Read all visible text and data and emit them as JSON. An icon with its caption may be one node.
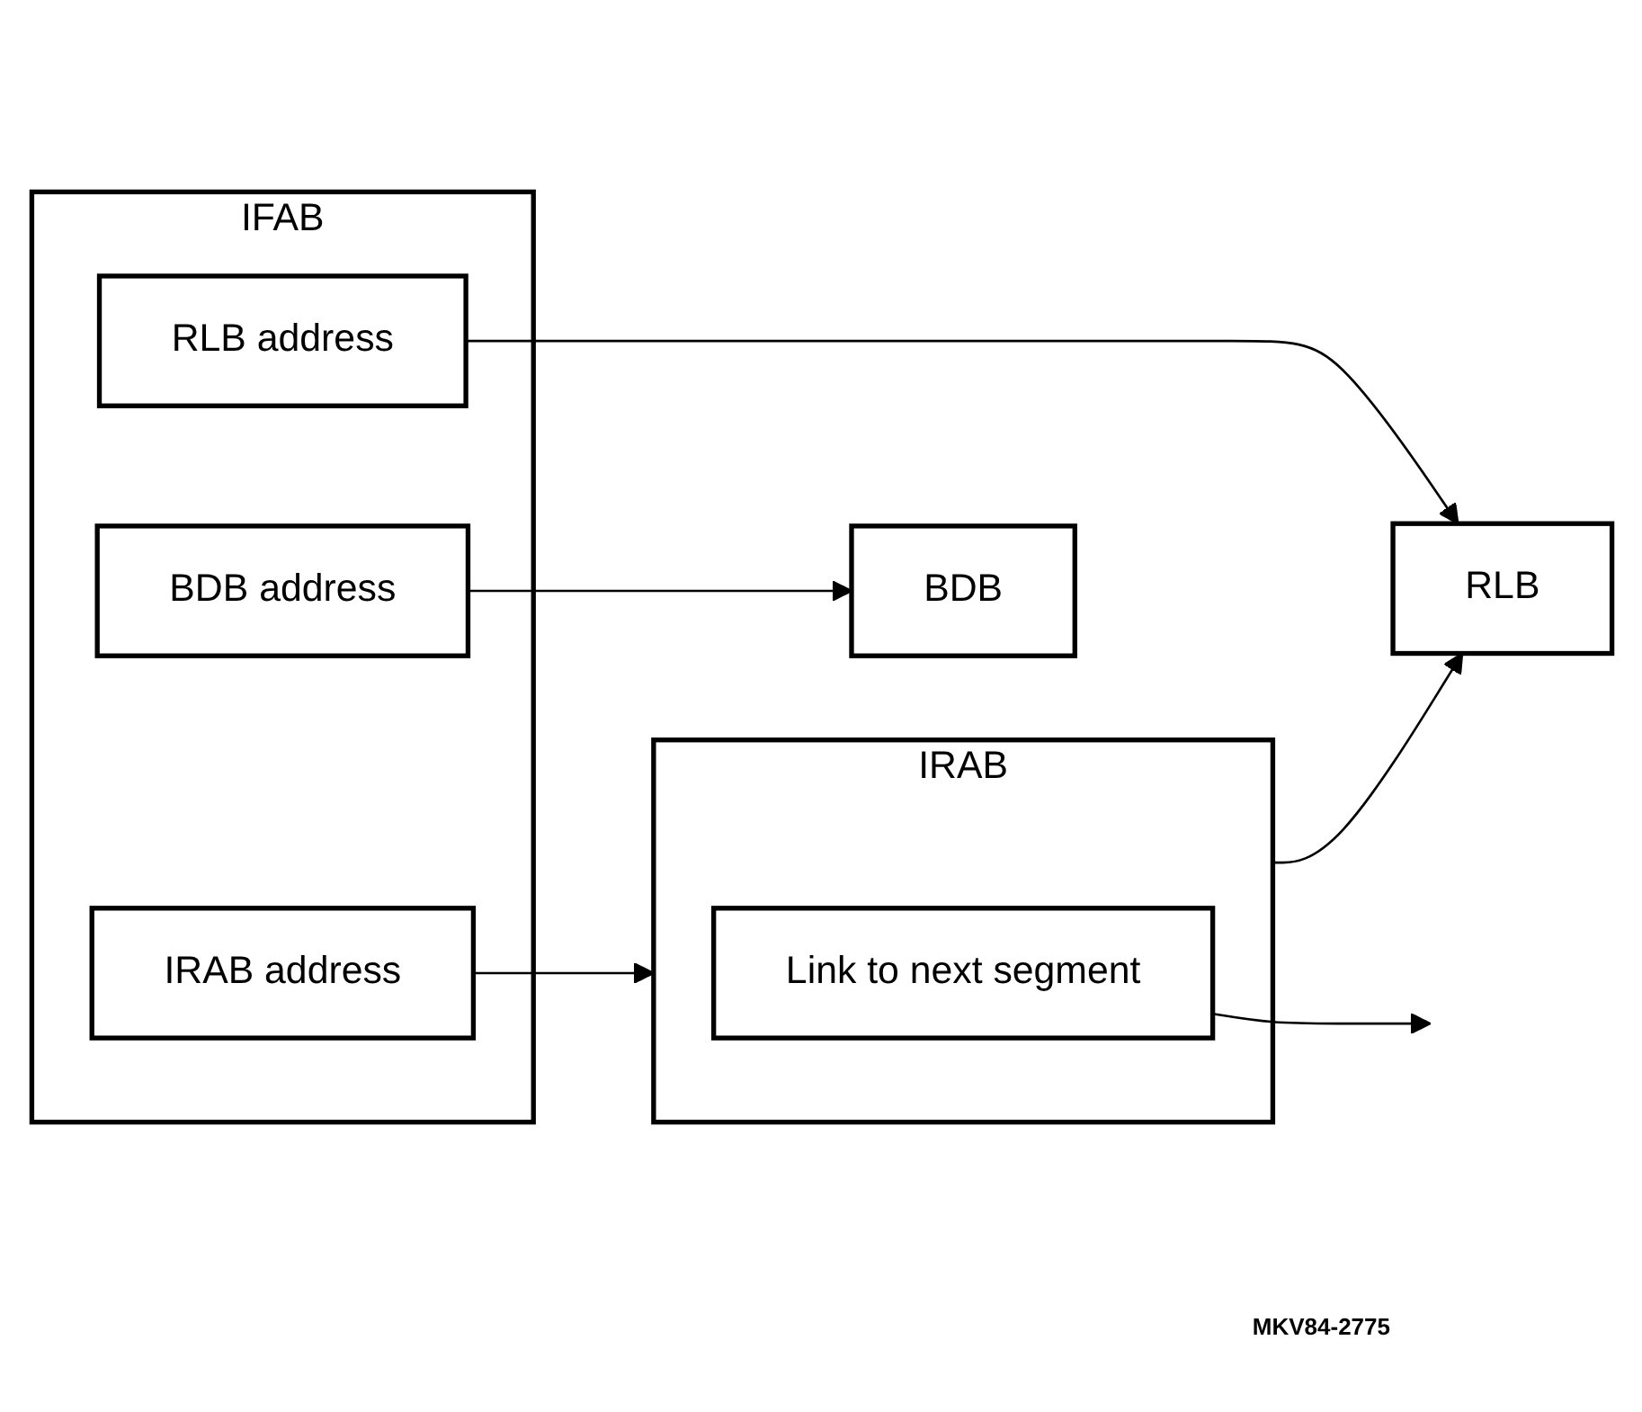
{
  "diagram": {
    "nodes": [
      {
        "text": [
          "IFAB"
        ]
      },
      {
        "text": [
          "RLB address"
        ],
        "in": 0
      },
      {
        "text": [
          "BDB address"
        ],
        "in": 0
      },
      {
        "text": [
          "IRAB address"
        ],
        "in": 0
      },
      {
        "text": [
          "RLB"
        ]
      },
      {
        "text": [
          "BDB"
        ]
      },
      {
        "text": [
          "IRAB"
        ]
      },
      {
        "text": [
          "Link to next segment"
        ],
        "in": 6
      }
    ],
    "edges": [
      {
        "from": 1,
        "to": 4,
        "arrow": "to"
      },
      {
        "from": 2,
        "to": 5,
        "arrow": "to"
      },
      {
        "from": 3,
        "to": 6,
        "arrow": "to"
      },
      {
        "from": 7,
        "to": null,
        "arrow": "to"
      },
      {
        "from": 6,
        "to": 4,
        "arrow": "to"
      }
    ],
    "labels": [
      "MKV84-2775"
    ]
  }
}
